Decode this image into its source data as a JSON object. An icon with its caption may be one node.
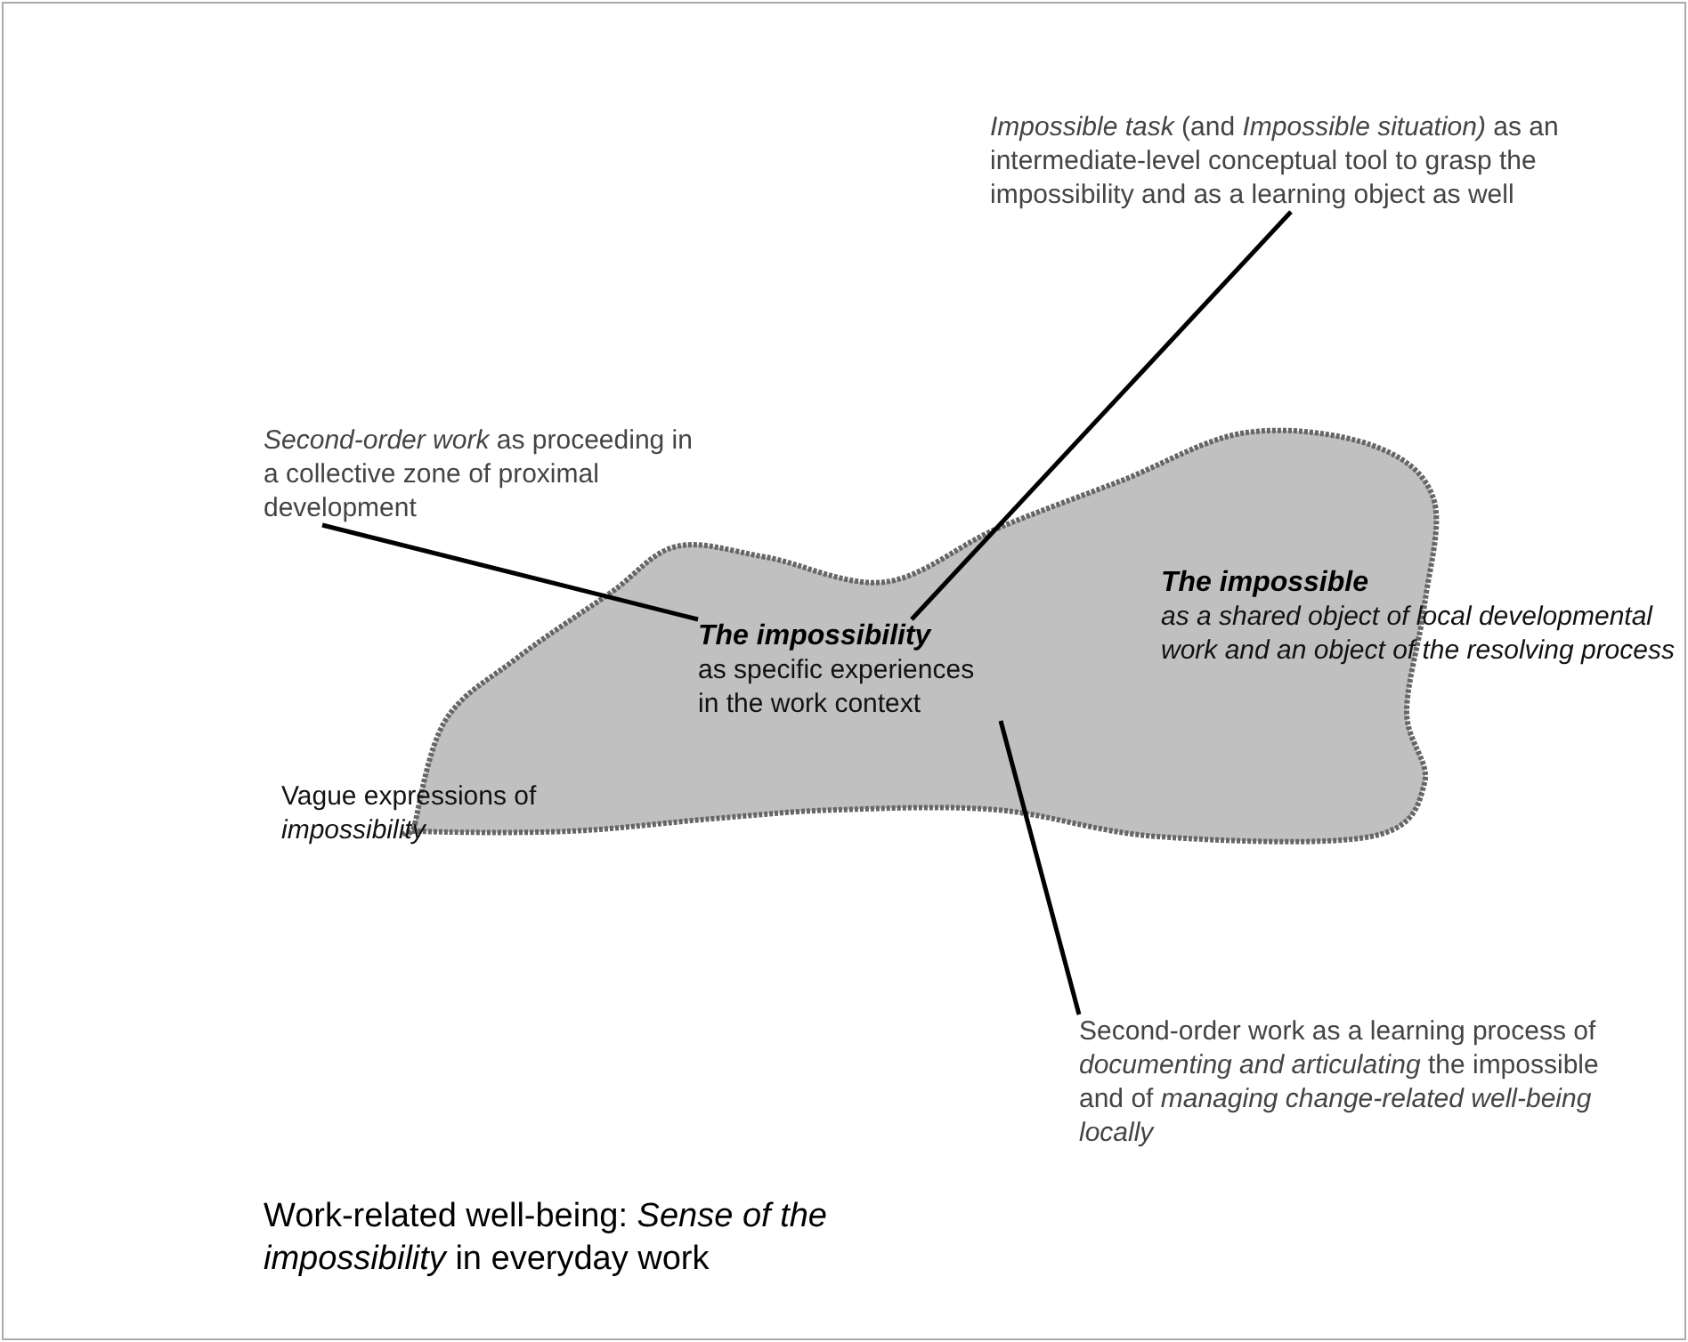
{
  "diagram": {
    "caption": "Work-related well-being: *Sense of the impossibility* in everyday work",
    "nodes": [
      {
        "text": [],
        "shape": "cloud"
      },
      {
        "text": [
          "The impossibility",
          "as specific experiences in the work context"
        ],
        "in": 0
      },
      {
        "text": [
          "The impossible",
          "as a shared object of local developmental work and an object of the resolving process"
        ]
      },
      {
        "text": [
          "*Second-order work* as proceeding in a collective zone of proximal development"
        ]
      },
      {
        "text": [
          "*Impossible task* (and *Impossible situation)* as an intermediate-level conceptual tool to grasp the impossibility and as a learning object as well"
        ]
      },
      {
        "text": [
          "Second-order work as a learning process of *documenting and articulating* the impossible and of *managing change-related well-being locally*"
        ]
      }
    ],
    "edges": [
      {
        "from": 3,
        "to": 1,
        "arrow": "none"
      },
      {
        "from": 4,
        "to": 1,
        "arrow": "none"
      },
      {
        "from": 5,
        "to": 1,
        "arrow": "none"
      }
    ],
    "labels": [
      "Vague expressions of *impossibility*"
    ]
  }
}
